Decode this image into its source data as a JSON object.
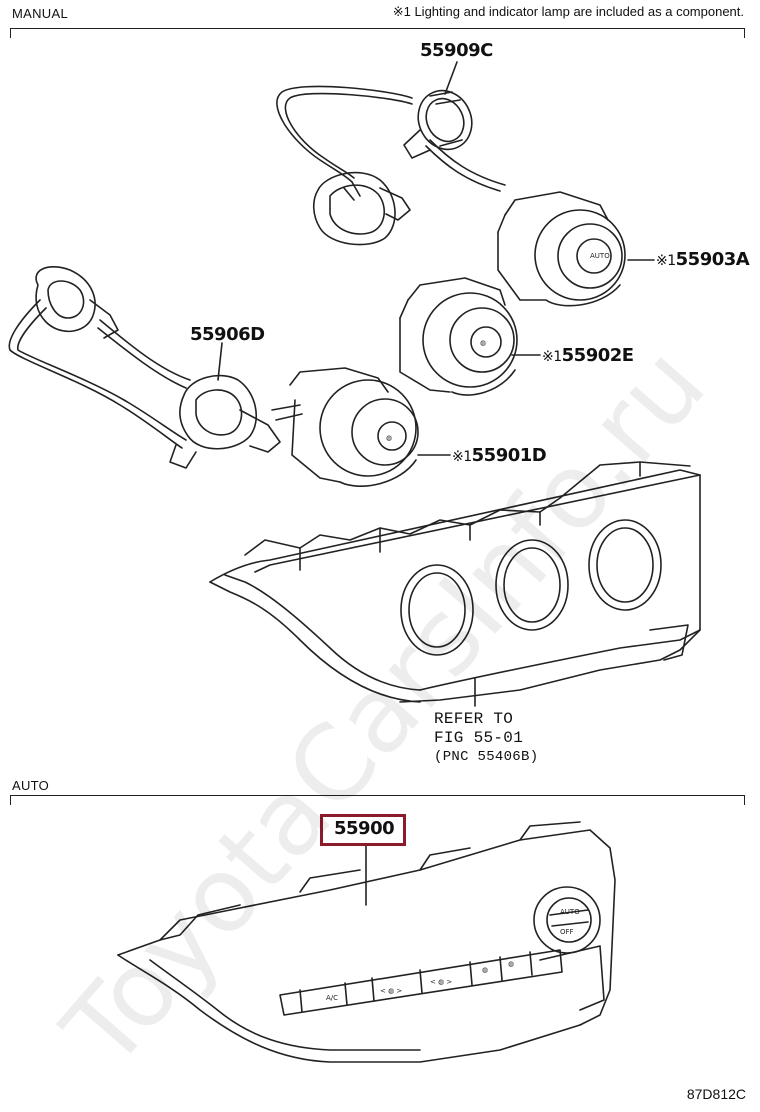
{
  "sections": {
    "manual": "MANUAL",
    "auto": "AUTO"
  },
  "note": "※1 Lighting and indicator lamp are included as a component.",
  "callouts": {
    "c55909C": "55909C",
    "c55903A": "55903A",
    "c55906D": "55906D",
    "c55902E": "55902E",
    "c55901D": "55901D",
    "c55900": "55900"
  },
  "asterisk_mark": "※1",
  "refer": {
    "line1": "REFER TO",
    "line2": "FIG 55-01",
    "line3": "(PNC 55406B)"
  },
  "footer_code": "87D812C",
  "watermark": "ToyotaCarsInfo.ru",
  "highlight_color": "#8b1a2b"
}
